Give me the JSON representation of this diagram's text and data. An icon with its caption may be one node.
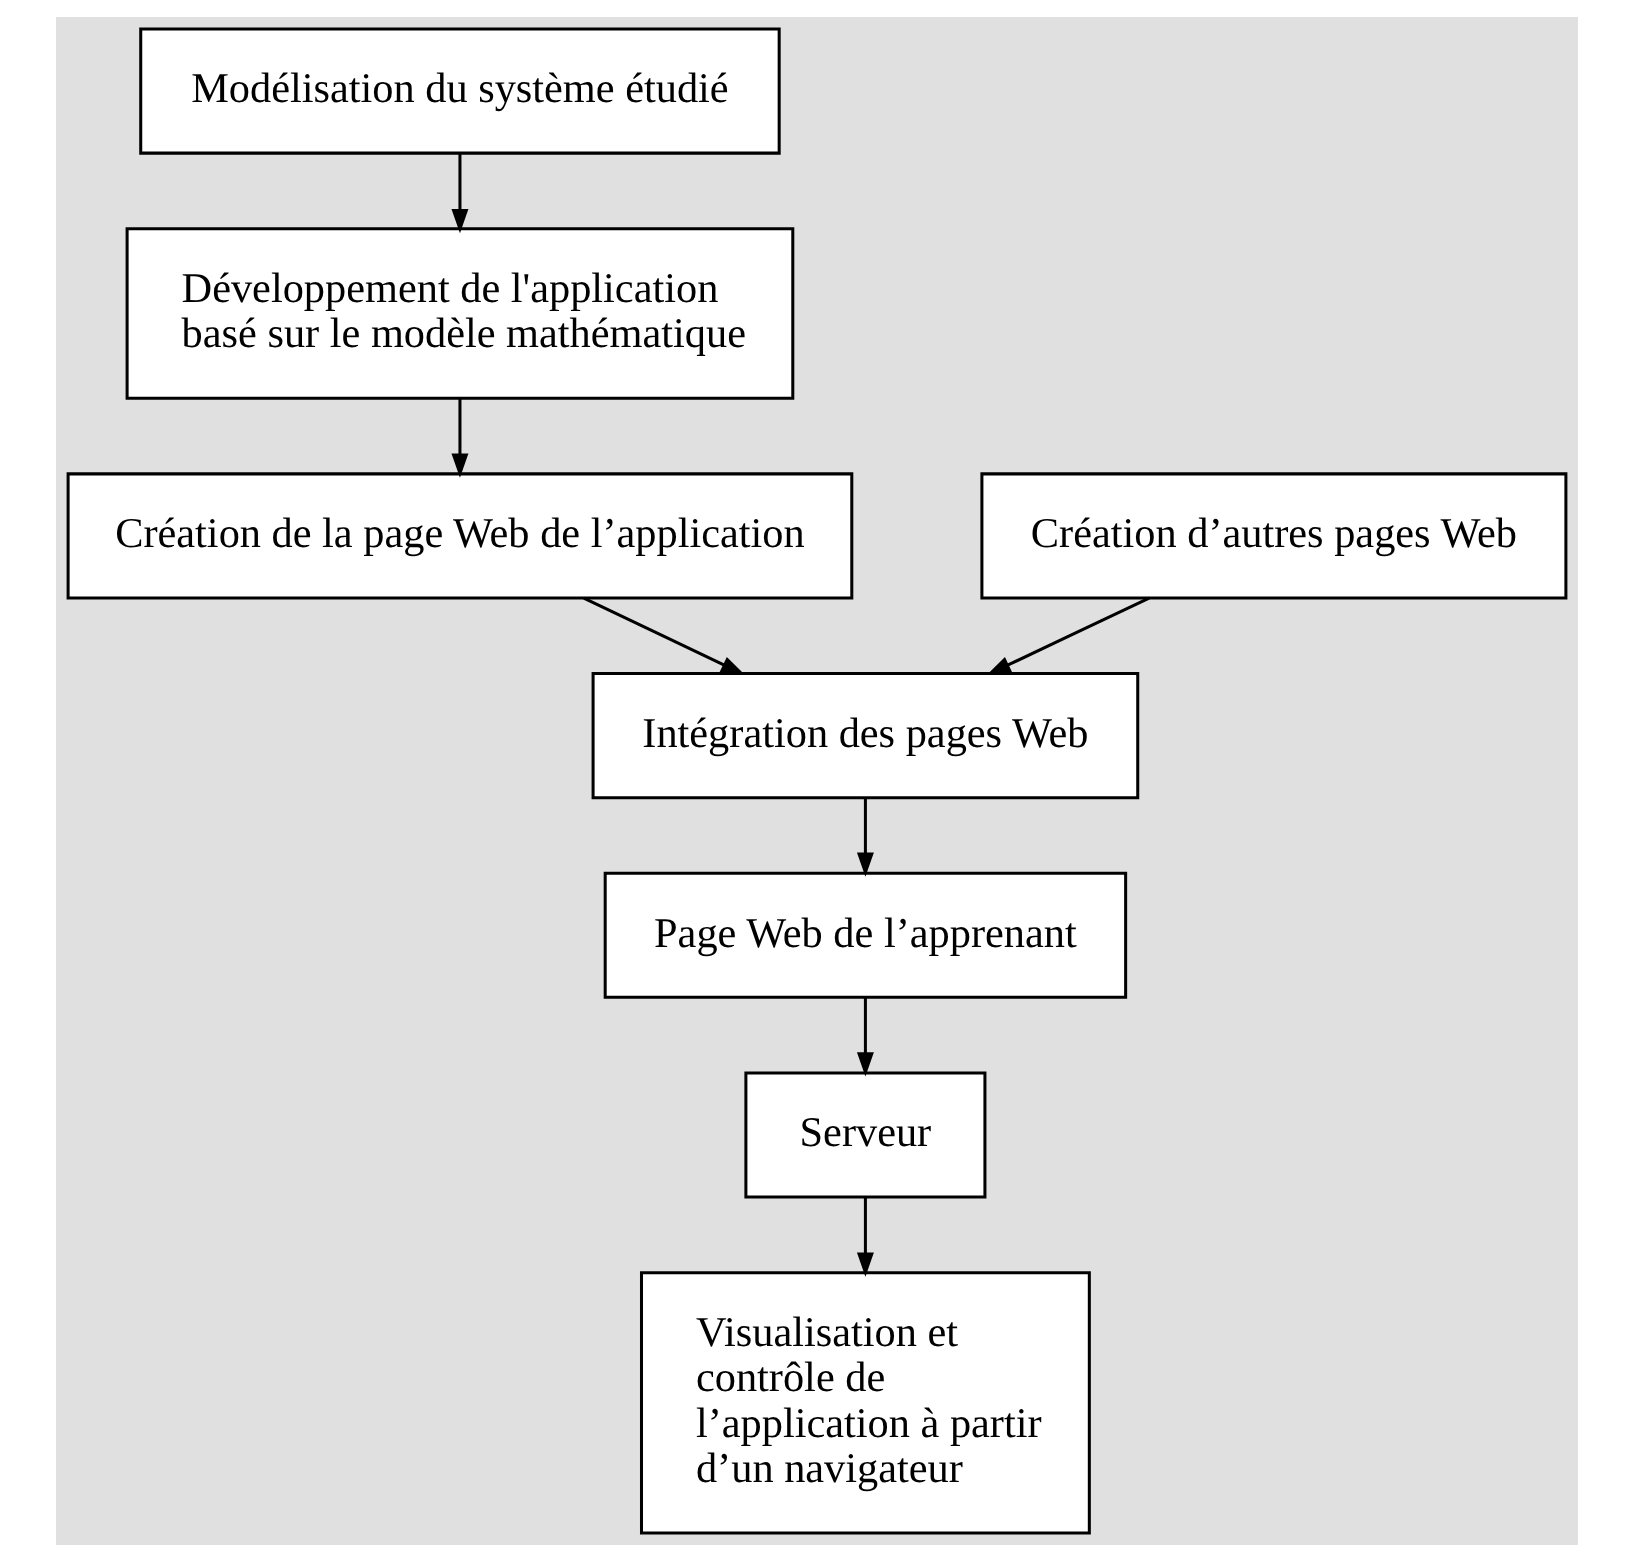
{
  "diagram": {
    "nodes": [
      {
        "text": [
          "Modélisation du système étudié"
        ]
      },
      {
        "text": [
          "Développement de l'application basé sur le modèle mathématique"
        ]
      },
      {
        "text": [
          "Création d’autres pages Web"
        ]
      },
      {
        "text": [
          "Création de la page Web de l’application"
        ]
      },
      {
        "text": [
          "Intégration des pages Web"
        ]
      },
      {
        "text": [
          "Page Web de l’apprenant"
        ]
      },
      {
        "text": [
          "Serveur"
        ]
      },
      {
        "text": [
          "Visualisation et contrôle de l’application à partir d’un navigateur"
        ]
      }
    ],
    "edges": [
      {
        "from": 0,
        "to": 1,
        "arrow": "to"
      },
      {
        "from": 1,
        "to": 3,
        "arrow": "to"
      },
      {
        "from": 3,
        "to": 4,
        "arrow": "to"
      },
      {
        "from": 2,
        "to": 4,
        "arrow": "to"
      },
      {
        "from": 4,
        "to": 5,
        "arrow": "to"
      },
      {
        "from": 5,
        "to": 6,
        "arrow": "to"
      },
      {
        "from": 6,
        "to": 7,
        "arrow": "to"
      }
    ]
  }
}
